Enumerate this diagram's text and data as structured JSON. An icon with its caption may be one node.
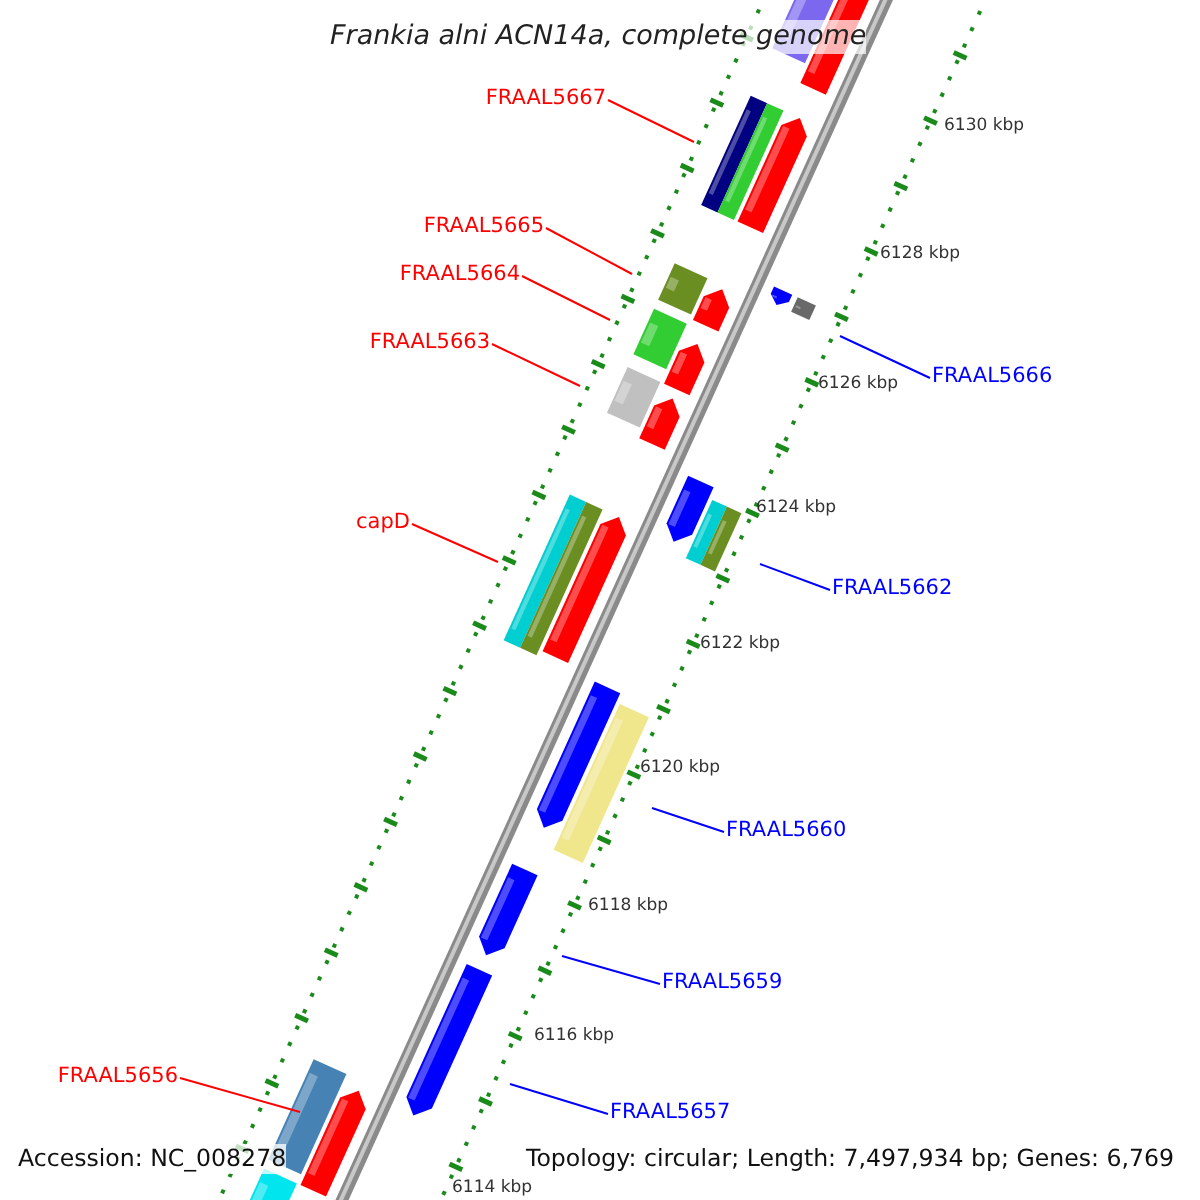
{
  "diagram": {
    "title": "Frankia alni ACN14a, complete genome",
    "nodes": [
      {
        "text": [
          "FRAAL5667"
        ]
      },
      {
        "text": [
          "FRAAL5665"
        ]
      },
      {
        "text": [
          "FRAAL5664"
        ]
      },
      {
        "text": [
          "FRAAL5663"
        ]
      },
      {
        "text": [
          "FRAAL5666"
        ]
      },
      {
        "text": [
          "capD"
        ]
      },
      {
        "text": [
          "FRAAL5662"
        ]
      },
      {
        "text": [
          "FRAAL5660"
        ]
      },
      {
        "text": [
          "FRAAL5659"
        ]
      },
      {
        "text": [
          "FRAAL5657"
        ]
      },
      {
        "text": [
          "FRAAL5656"
        ]
      }
    ],
    "edges": [
      {
        "from": 0,
        "to": null,
        "arrow": "none"
      },
      {
        "from": 1,
        "to": null,
        "arrow": "none"
      },
      {
        "from": 2,
        "to": null,
        "arrow": "none"
      },
      {
        "from": 3,
        "to": null,
        "arrow": "none"
      },
      {
        "from": 4,
        "to": null,
        "arrow": "none",
        "color": "#0000ff"
      },
      {
        "from": 5,
        "to": null,
        "arrow": "none"
      },
      {
        "from": 6,
        "to": null,
        "arrow": "none",
        "color": "#0000ff"
      },
      {
        "from": 7,
        "to": null,
        "arrow": "none",
        "color": "#0000ff"
      },
      {
        "from": 8,
        "to": null,
        "arrow": "none",
        "color": "#0000ff"
      },
      {
        "from": 9,
        "to": null,
        "arrow": "none",
        "color": "#0000ff"
      },
      {
        "from": 10,
        "to": null,
        "arrow": "none"
      }
    ],
    "labels": [
      "6130 kbp",
      "6128 kbp",
      "6126 kbp",
      "6124 kbp",
      "6122 kbp",
      "6120 kbp",
      "6118 kbp",
      "6116 kbp",
      "6114 kbp",
      "Accession: NC_008278",
      "Topology: circular; Length: 7,497,934 bp; Genes: 6,769"
    ]
  }
}
